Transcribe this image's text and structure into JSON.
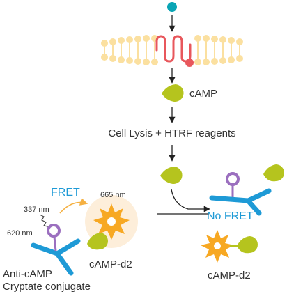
{
  "labels": {
    "camp": "cAMP",
    "lysis": "Cell Lysis + HTRF reagents",
    "fret": "FRET",
    "no_fret": "No FRET",
    "wl_337": "337 nm",
    "wl_620": "620 nm",
    "wl_665": "665 nm",
    "camp_d2_left": "cAMP-d2",
    "camp_d2_right": "cAMP-d2",
    "antibody_line1": "Anti-cAMP",
    "antibody_line2": "Cryptate conjugate"
  },
  "colors": {
    "ligand": "#0aa5b5",
    "membrane": "#fbe0a0",
    "receptor": "#e8575c",
    "camp": "#b5c41e",
    "antibody": "#1e9ad6",
    "cryptate": "#9b6fbf",
    "d2": "#f7a823",
    "glow": "#fdeeda",
    "fret_arrow": "#f5b041",
    "arrow": "#222222"
  }
}
